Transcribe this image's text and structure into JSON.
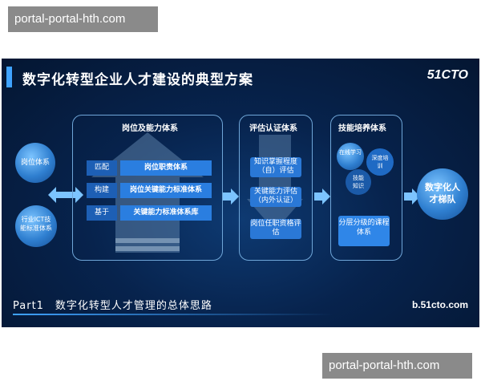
{
  "watermarks": {
    "top": "portal-portal-hth.com",
    "bottom": "portal-portal-hth.com"
  },
  "slide": {
    "title": "数字化转型企业人才建设的典型方案",
    "logo": "51CTO",
    "left_circles": [
      "岗位体系",
      "行业ICT技能标准体系"
    ],
    "panel1": {
      "title": "岗位及能力体系",
      "rows": [
        {
          "label": "匹配",
          "text": "岗位职责体系"
        },
        {
          "label": "构建",
          "text": "岗位关键能力标准体系"
        },
        {
          "label": "基于",
          "text": "关键能力标准体系库"
        }
      ]
    },
    "panel2": {
      "title": "评估认证体系",
      "boxes": [
        "知识掌握程度（自）评估",
        "关键能力评估（内外认证）",
        "岗位任职资格评估"
      ]
    },
    "panel3": {
      "title": "技能培养体系",
      "circles": [
        "在线学习",
        "深度培训",
        "技能知识"
      ],
      "course": "分层分级的课程体系"
    },
    "result": "数字化人才梯队",
    "bottom_text": "Part1　数字化转型人才管理的总体思路",
    "site": "b.51cto.com",
    "accent": "#3fa3ff"
  }
}
